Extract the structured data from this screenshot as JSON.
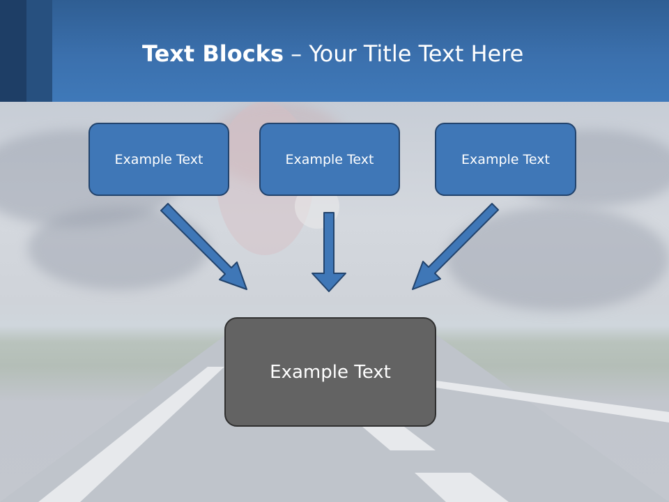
{
  "slide": {
    "title_bold": "Text Blocks",
    "title_separator": " – ",
    "title_rest": "Your Title Text Here"
  },
  "boxes": [
    {
      "label": "Example Text"
    },
    {
      "label": "Example Text"
    },
    {
      "label": "Example Text"
    }
  ],
  "result_box": {
    "label": "Example Text"
  },
  "colors": {
    "header": "#3b70ad",
    "box_fill": "#3f77b7",
    "box_border": "#22436c",
    "result_fill": "#636363",
    "arrow_fill": "#3f77b7"
  }
}
